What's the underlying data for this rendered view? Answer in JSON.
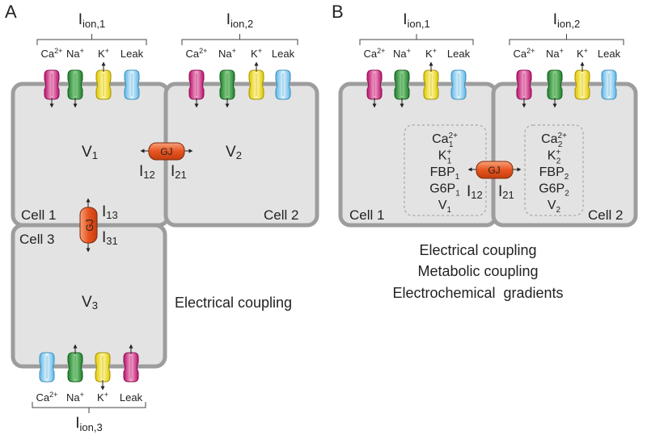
{
  "panelA": {
    "letter": "A",
    "ion_groups": [
      {
        "label": "I",
        "sub": "ion,1",
        "channels": [
          "Ca",
          "Na",
          "K",
          "Leak"
        ],
        "sup": [
          "2+",
          "+",
          "+",
          ""
        ]
      },
      {
        "label": "I",
        "sub": "ion,2",
        "channels": [
          "Ca",
          "Na",
          "K",
          "Leak"
        ],
        "sup": [
          "2+",
          "+",
          "+",
          ""
        ]
      },
      {
        "label": "I",
        "sub": "ion,3",
        "channels": [
          "Ca",
          "Na",
          "K",
          "Leak"
        ],
        "sup": [
          "2+",
          "+",
          "+",
          ""
        ]
      }
    ],
    "cells": [
      {
        "name": "Cell 1",
        "voltage": "V",
        "vsub": "1"
      },
      {
        "name": "Cell 2",
        "voltage": "V",
        "vsub": "2"
      },
      {
        "name": "Cell 3",
        "voltage": "V",
        "vsub": "3"
      }
    ],
    "junctions": [
      {
        "label": "GJ",
        "currents": [
          "I",
          "I"
        ],
        "subs": [
          "12",
          "21"
        ]
      },
      {
        "label": "GJ",
        "currents": [
          "I",
          "I"
        ],
        "subs": [
          "13",
          "31"
        ]
      }
    ],
    "caption": "Electrical coupling"
  },
  "panelB": {
    "letter": "B",
    "ion_groups": [
      {
        "label": "I",
        "sub": "ion,1",
        "channels": [
          "Ca",
          "Na",
          "K",
          "Leak"
        ],
        "sup": [
          "2+",
          "+",
          "+",
          ""
        ]
      },
      {
        "label": "I",
        "sub": "ion,2",
        "channels": [
          "Ca",
          "Na",
          "K",
          "Leak"
        ],
        "sup": [
          "2+",
          "+",
          "+",
          ""
        ]
      }
    ],
    "cells": [
      {
        "name": "Cell 1",
        "metabolites": [
          {
            "base": "Ca",
            "sup": "2+",
            "sub": "1"
          },
          {
            "base": "K",
            "sup": "+",
            "sub": "1"
          },
          {
            "base": "FBP",
            "sup": "",
            "sub": "1"
          },
          {
            "base": "G6P",
            "sup": "",
            "sub": "1"
          },
          {
            "base": "V",
            "sup": "",
            "sub": "1"
          }
        ]
      },
      {
        "name": "Cell 2",
        "metabolites": [
          {
            "base": "Ca",
            "sup": "2+",
            "sub": "2"
          },
          {
            "base": "K",
            "sup": "+",
            "sub": "2"
          },
          {
            "base": "FBP",
            "sup": "",
            "sub": "2"
          },
          {
            "base": "G6P",
            "sup": "",
            "sub": "2"
          },
          {
            "base": "V",
            "sup": "",
            "sub": "2"
          }
        ]
      }
    ],
    "junction": {
      "label": "GJ",
      "currents": [
        "I",
        "I"
      ],
      "subs": [
        "12",
        "21"
      ]
    },
    "captions": [
      "Electrical coupling",
      "Metabolic coupling",
      "Electrochemical  gradients"
    ]
  },
  "colors": {
    "cell_fill": "#e3e3e3",
    "cell_border": "#9d9d9d",
    "ca_channel": "#d8237f",
    "na_channel": "#2f9a3c",
    "k_channel": "#f2e21c",
    "leak_channel": "#7fcbf0",
    "gap_junction": "#e85c2a"
  }
}
